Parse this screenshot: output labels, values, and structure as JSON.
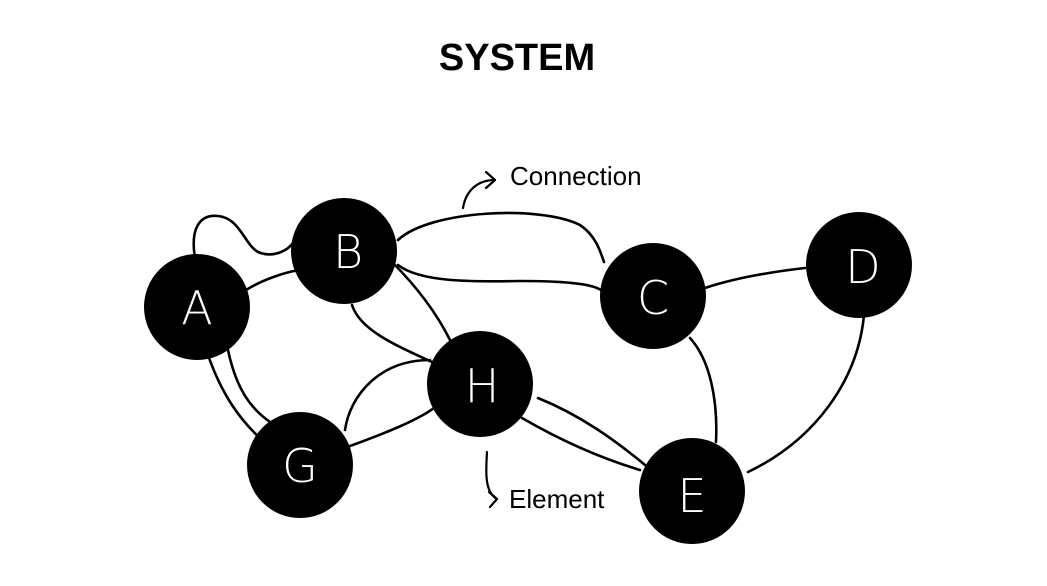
{
  "title": "SYSTEM",
  "annotations": {
    "connection": "Connection",
    "element": "Element"
  },
  "nodes": [
    {
      "id": "A",
      "label": "A"
    },
    {
      "id": "B",
      "label": "B"
    },
    {
      "id": "C",
      "label": "C"
    },
    {
      "id": "D",
      "label": "D"
    },
    {
      "id": "E",
      "label": "E"
    },
    {
      "id": "G",
      "label": "G"
    },
    {
      "id": "H",
      "label": "H"
    }
  ],
  "edges": [
    {
      "from": "A",
      "to": "B"
    },
    {
      "from": "A",
      "to": "B"
    },
    {
      "from": "A",
      "to": "G"
    },
    {
      "from": "A",
      "to": "G"
    },
    {
      "from": "B",
      "to": "C"
    },
    {
      "from": "B",
      "to": "C"
    },
    {
      "from": "B",
      "to": "H"
    },
    {
      "from": "B",
      "to": "H"
    },
    {
      "from": "C",
      "to": "D"
    },
    {
      "from": "C",
      "to": "E"
    },
    {
      "from": "D",
      "to": "E"
    },
    {
      "from": "G",
      "to": "H"
    },
    {
      "from": "G",
      "to": "H"
    },
    {
      "from": "H",
      "to": "E"
    },
    {
      "from": "H",
      "to": "E"
    }
  ],
  "colors": {
    "node_fill": "#000000",
    "node_label": "#ffffff",
    "line": "#000000",
    "background": "#ffffff"
  }
}
